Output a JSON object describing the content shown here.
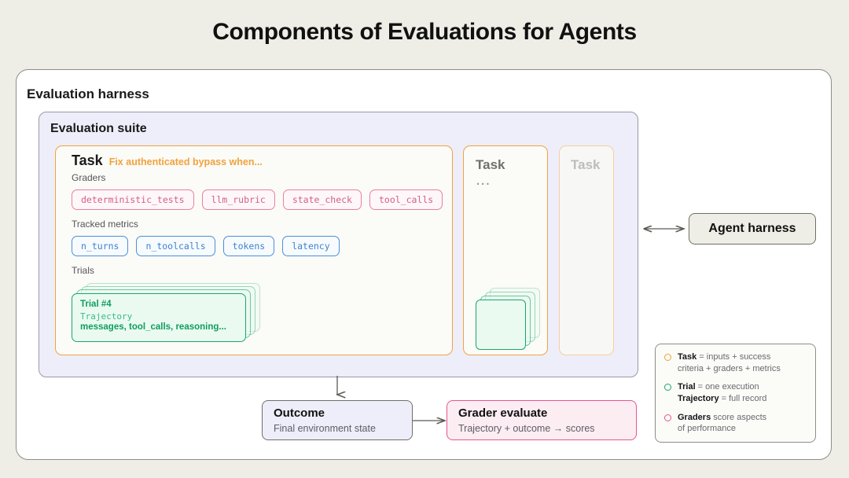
{
  "title": "Components of Evaluations for Agents",
  "harness": {
    "label": "Evaluation harness"
  },
  "suite": {
    "label": "Evaluation suite"
  },
  "task": {
    "title": "Task",
    "subtitle": "Fix authenticated bypass when...",
    "graders_label": "Graders",
    "graders": [
      "deterministic_tests",
      "llm_rubric",
      "state_check",
      "tool_calls"
    ],
    "metrics_label": "Tracked metrics",
    "metrics": [
      "n_turns",
      "n_toolcalls",
      "tokens",
      "latency"
    ],
    "trials_label": "Trials",
    "trial": {
      "title": "Trial #4",
      "trajectory_label": "Trajectory",
      "trajectory_detail": "messages, tool_calls, reasoning..."
    }
  },
  "task2": {
    "title": "Task",
    "dots": "..."
  },
  "task3": {
    "title": "Task"
  },
  "agent": {
    "label": "Agent harness"
  },
  "outcome": {
    "title": "Outcome",
    "subtitle": "Final environment state"
  },
  "grader_evaluate": {
    "title": "Grader evaluate",
    "subtitle": "Trajectory + outcome → scores"
  },
  "legend": {
    "items": [
      {
        "color": "#f0a33c",
        "bold": "Task",
        "rest": " = inputs + success",
        "line2": "criteria + graders + metrics"
      },
      {
        "color": "#18a865",
        "bold": "Trial",
        "rest": " = one execution",
        "line2_bold": "Trajectory",
        "line2": " = full record"
      },
      {
        "color": "#e8558d",
        "bold": "Graders",
        "rest": " score aspects",
        "line2": "of performance"
      }
    ]
  },
  "colors": {
    "background": "#eeeee6",
    "task_orange": "#f0a33c",
    "trial_green": "#18a865",
    "grader_pink": "#e8558d",
    "metric_blue": "#4a90d9",
    "suite_lavender": "#eeeefb"
  }
}
